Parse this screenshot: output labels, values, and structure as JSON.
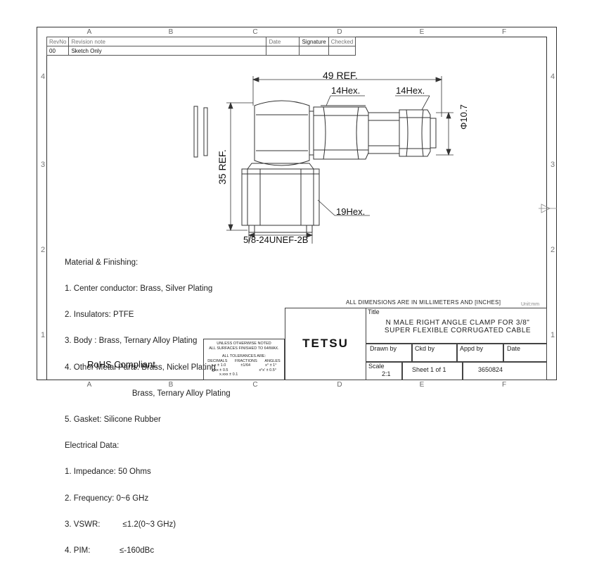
{
  "zones": {
    "columns": [
      "A",
      "B",
      "C",
      "D",
      "E",
      "F"
    ],
    "rows": [
      "4",
      "3",
      "2",
      "1"
    ]
  },
  "revision_table": {
    "headers": {
      "rev": "RevNo",
      "note": "Revision note",
      "date": "Date",
      "signature": "Signature",
      "checked": "Checked"
    },
    "rows": [
      {
        "rev": "00",
        "note": "Sketch Only"
      }
    ]
  },
  "dimensions": {
    "overall_length": "49 REF.",
    "hex_left": "14Hex.",
    "hex_right": "14Hex.",
    "diameter": "Φ10.7",
    "height": "35 REF.",
    "hex_bottom": "19Hex.",
    "thread": "5/8-24UNEF-2B"
  },
  "notes": [
    "Material & Finishing:",
    "1. Center conductor: Brass, Silver Plating",
    "2. Insulators: PTFE",
    "3. Body : Brass, Ternary Alloy Plating",
    "4. Other Metal Parts: Brass, Nickel Plating",
    "                              Brass, Ternary Alloy Plating",
    "5. Gasket: Silicone Rubber",
    "Electrical Data:",
    "1. Impedance: 50 Ohms",
    "2. Frequency: 0~6 GHz",
    "3. VSWR:          ≤1.2(0~3 GHz)",
    "4. PIM:             ≤-160dBc"
  ],
  "rohs": "RoHS Compliant.",
  "tolerance": {
    "line1": "UNLESS OTHERWISE NOTED",
    "line2": "ALL SURFACES FINISHED TO 64/MAX.",
    "line3": "ALL TOLERANCES ARE:",
    "col_decimals": "DECIMALS",
    "col_fractions": "FRACTIONS",
    "col_angles": "ANGLES",
    "dec1": "x.x ± 1.0",
    "dec2": "x.xx ± 0.5",
    "dec3": "x.xxx ± 0.1",
    "frac": "±1/64",
    "ang1": "x° ± 1°",
    "ang2": "x°x' ± 0.5°"
  },
  "title_block": {
    "dims_note": "ALL DIMENSIONS ARE IN MILLIMETERS AND [INCHES]",
    "unit": "Unit:mm",
    "title_label": "Title",
    "title_line1": "N MALE RIGHT ANGLE CLAMP FOR 3/8\"",
    "title_line2": "SUPER FLEXIBLE CORRUGATED CABLE",
    "company": "TETSU",
    "drawn_by": "Drawn by",
    "ckd_by": "Ckd by",
    "appd_by": "Appd by",
    "date": "Date",
    "scale_label": "Scale",
    "scale_value": "2:1",
    "sheet": "Sheet 1 of 1",
    "drawing_number": "3650824"
  }
}
